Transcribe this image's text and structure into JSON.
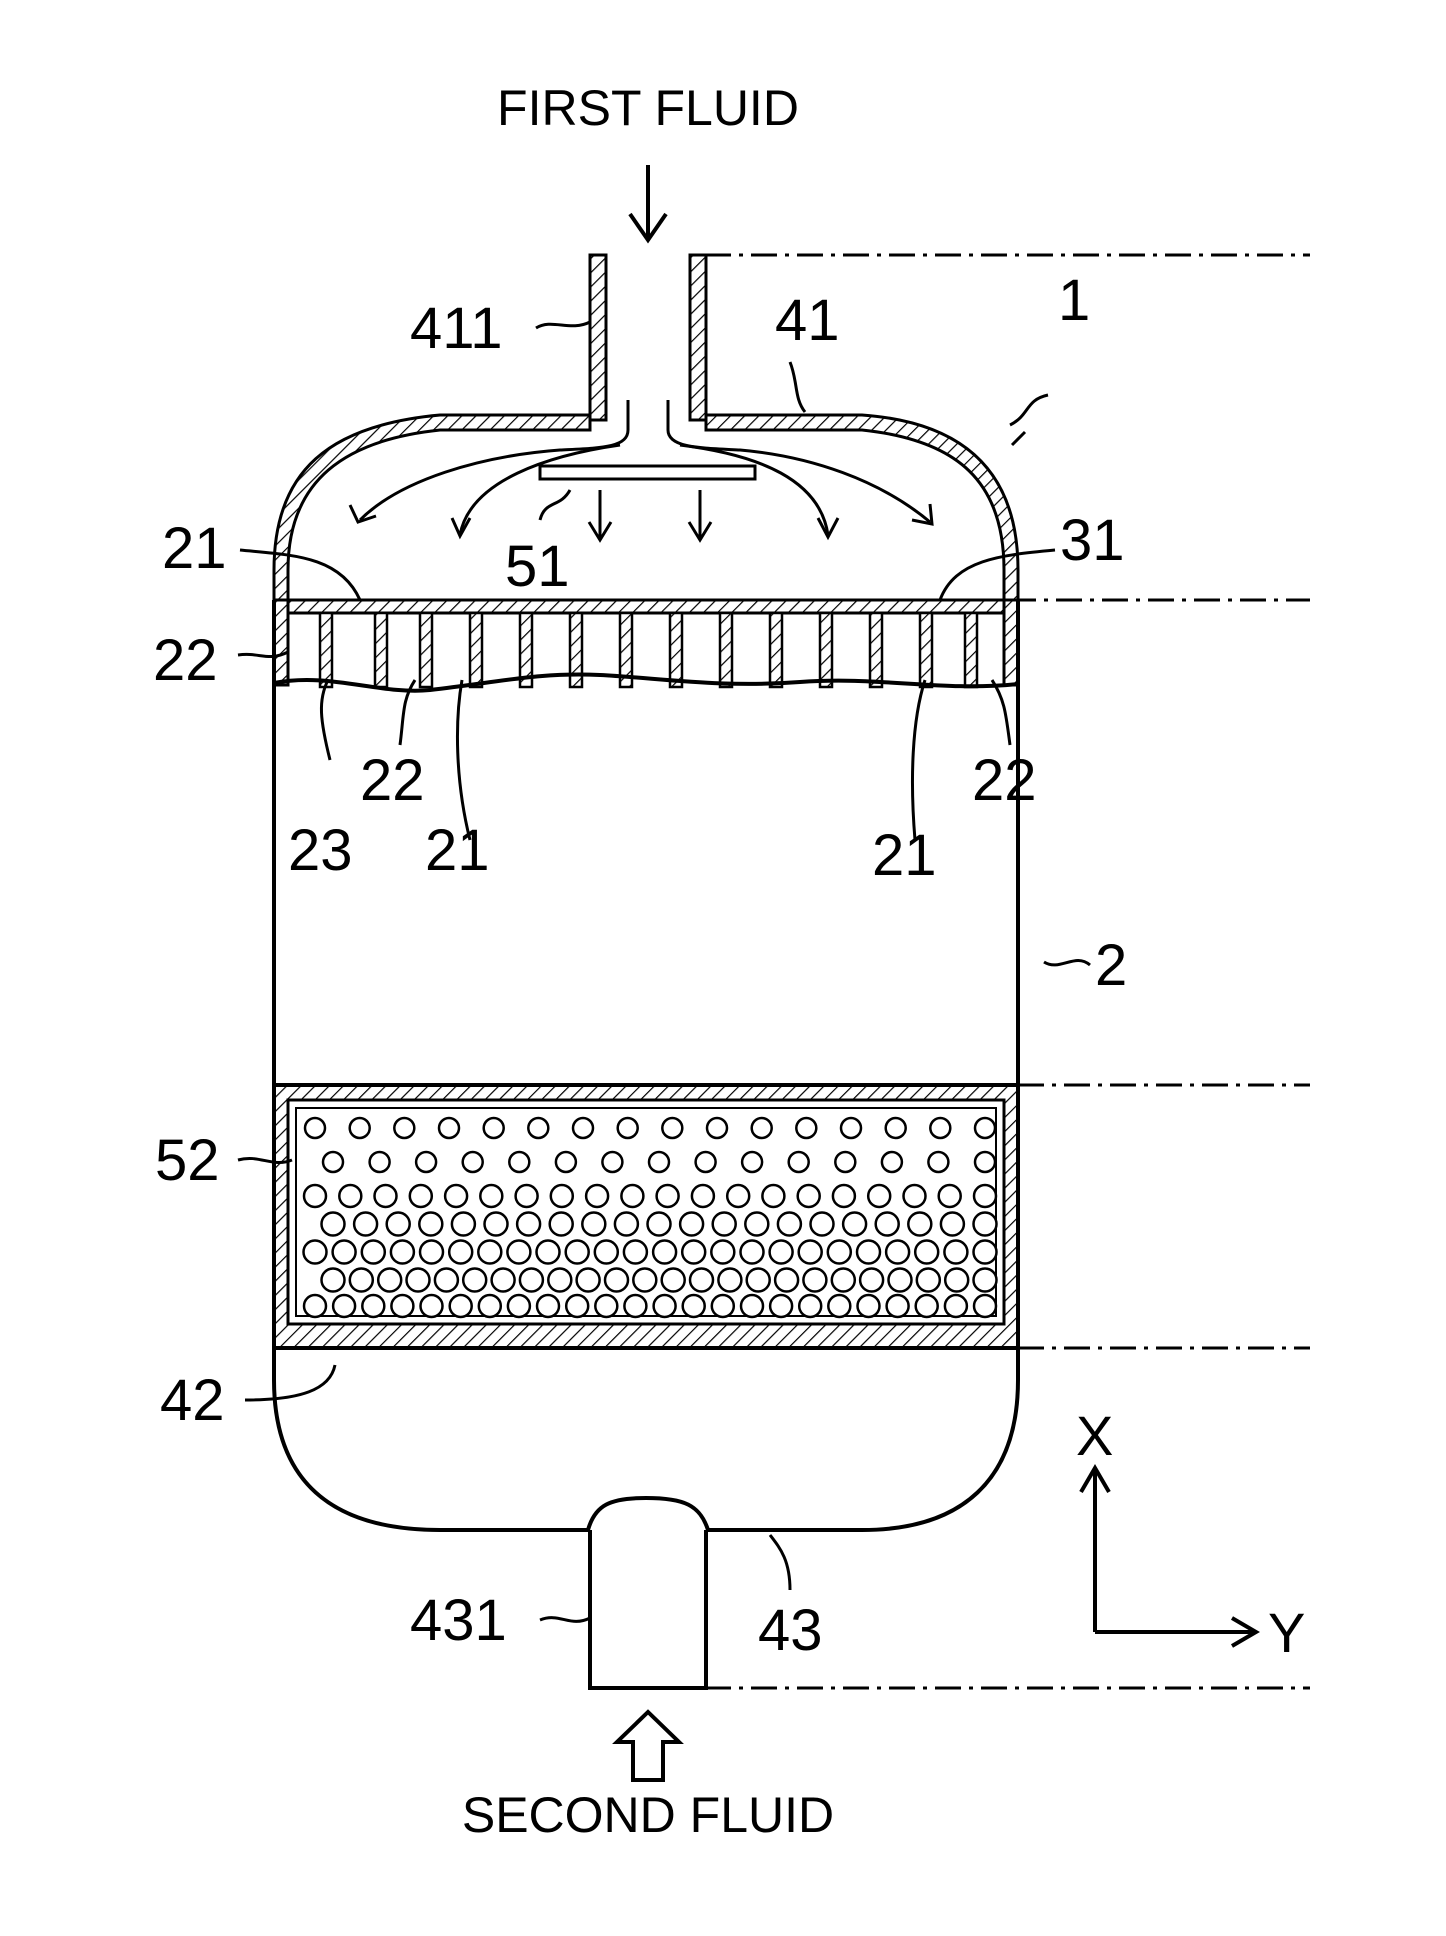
{
  "flows": {
    "first": "FIRST FLUID",
    "second": "SECOND FLUID"
  },
  "labels": {
    "l1": "1",
    "l2": "2",
    "l21a": "21",
    "l21b": "21",
    "l21c": "21",
    "l22a": "22",
    "l22b": "22",
    "l22c": "22",
    "l23": "23",
    "l31": "31",
    "l41": "41",
    "l411": "411",
    "l42": "42",
    "l43": "43",
    "l431": "431",
    "l51": "51",
    "l52": "52"
  },
  "axes": {
    "x": "X",
    "y": "Y"
  }
}
